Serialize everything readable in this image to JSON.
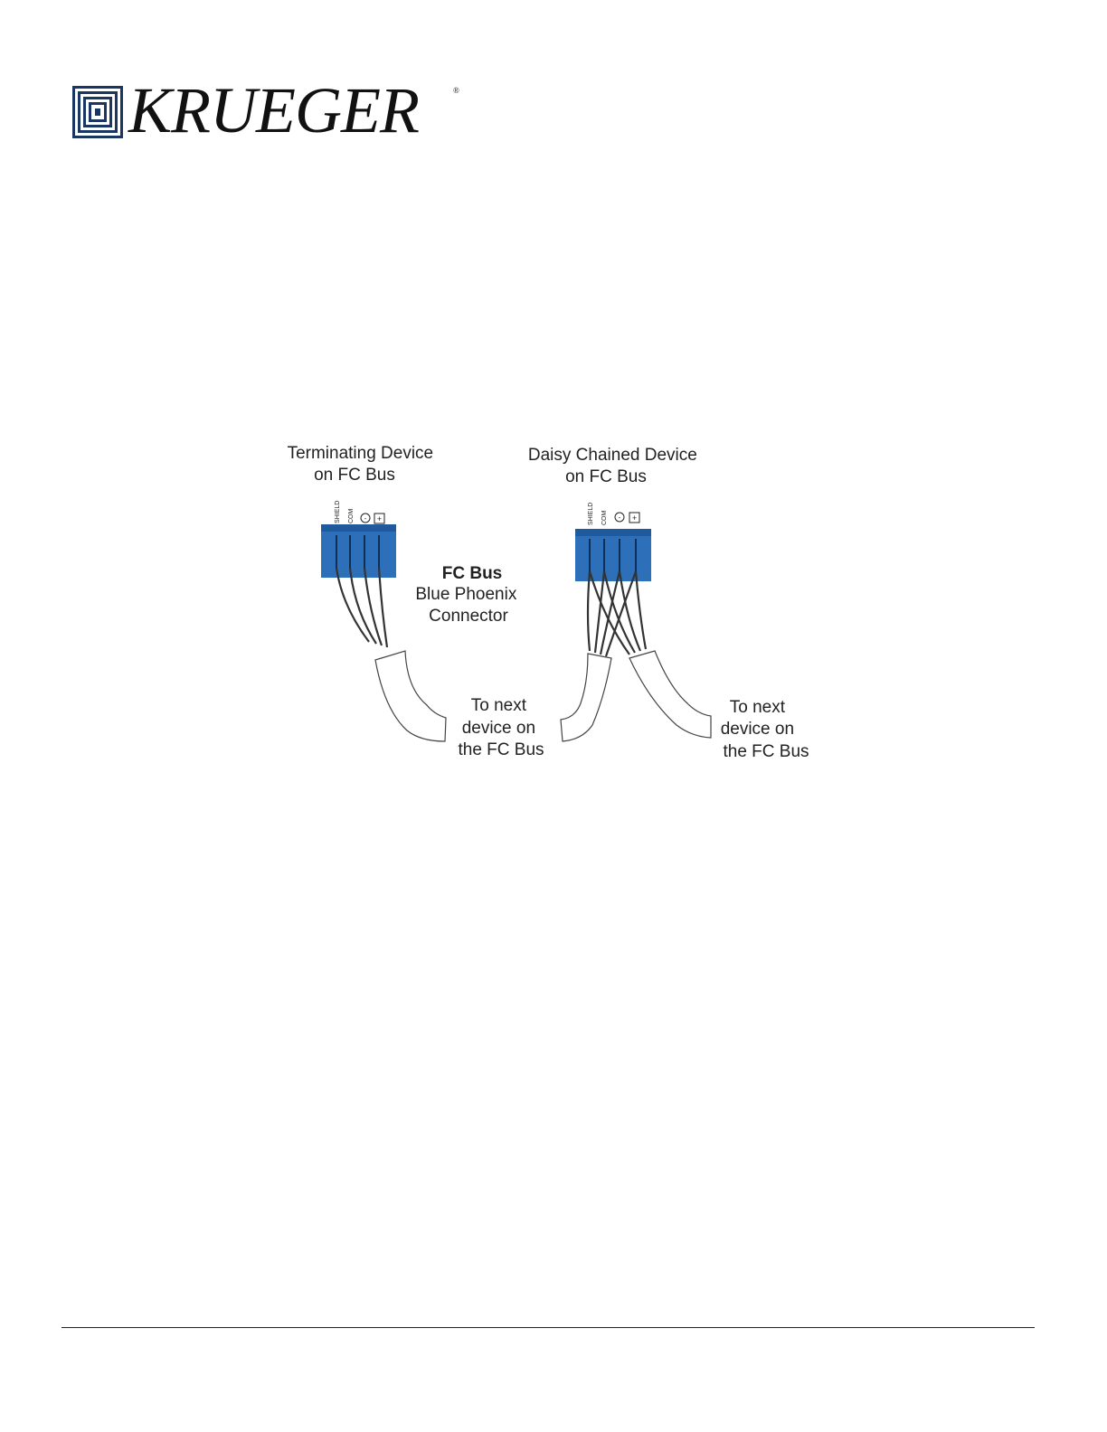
{
  "brand": {
    "name": "KRUEGER",
    "registered_mark": "®",
    "navy": "#1a3763"
  },
  "diagram": {
    "connector_color": "#2d6fb8",
    "labels": {
      "terminating_title": [
        "Terminating Device",
        "on FC Bus"
      ],
      "daisy_title": [
        "Daisy Chained Device",
        "on FC Bus"
      ],
      "connector_heading": "FC Bus",
      "connector_caption": [
        "Blue Phoenix",
        "Connector"
      ],
      "to_next_left": [
        "To next",
        "device on",
        "the FC Bus"
      ],
      "to_next_right": [
        "To next",
        "device on",
        "the FC Bus"
      ]
    },
    "terminal_labels": {
      "shield": "SHIELD",
      "com": "COM",
      "minus": "-",
      "plus": "+"
    }
  }
}
